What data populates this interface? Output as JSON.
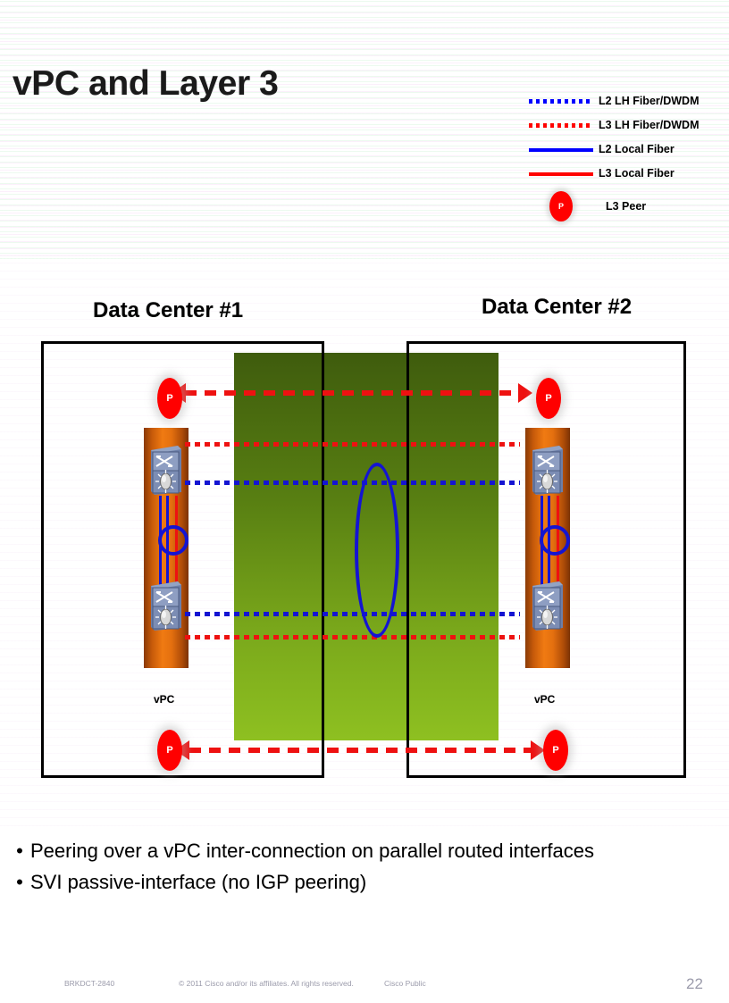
{
  "slide": {
    "title": "vPC and Layer 3",
    "page_number": "22"
  },
  "legend": {
    "items": [
      {
        "label": "L2 LH Fiber/DWDM",
        "style": "dotted",
        "color": "#0000ff",
        "icon": "dotted-line-icon"
      },
      {
        "label": "L3 LH Fiber/DWDM",
        "style": "dotted",
        "color": "#ff0000",
        "icon": "dotted-line-icon"
      },
      {
        "label": "L2 Local Fiber",
        "style": "solid",
        "color": "#0000ff",
        "icon": "solid-line-icon"
      },
      {
        "label": "L3 Local Fiber",
        "style": "solid",
        "color": "#ff0000",
        "icon": "solid-line-icon"
      },
      {
        "label": "L3 Peer",
        "style": "badge",
        "color": "#ff0000",
        "icon": "peer-ellipse-icon",
        "badge_text": "P"
      }
    ]
  },
  "diagram": {
    "dc1_heading": "Data Center #1",
    "dc2_heading": "Data Center #2",
    "vpc_caption_left": "vPC",
    "vpc_caption_right": "vPC",
    "peer_label": "P",
    "colors": {
      "l2_blue": "#1414d2",
      "l3_red": "#ee1111",
      "peer_red": "#ff0000",
      "vpc_domain_orange": "#f07a12",
      "dci_green_dark": "#3f5c0d",
      "dci_green_light": "#8ec021",
      "frame_black": "#000000"
    }
  },
  "bullets": [
    "Peering over a vPC inter-connection on parallel routed interfaces",
    "SVI passive-interface (no IGP peering)"
  ],
  "bullet_marker": "•",
  "footer": {
    "session_code": "BRKDCT-2840",
    "rights": "© 2011 Cisco and/or its affiliates. All rights reserved.",
    "classification": "Cisco Public"
  }
}
